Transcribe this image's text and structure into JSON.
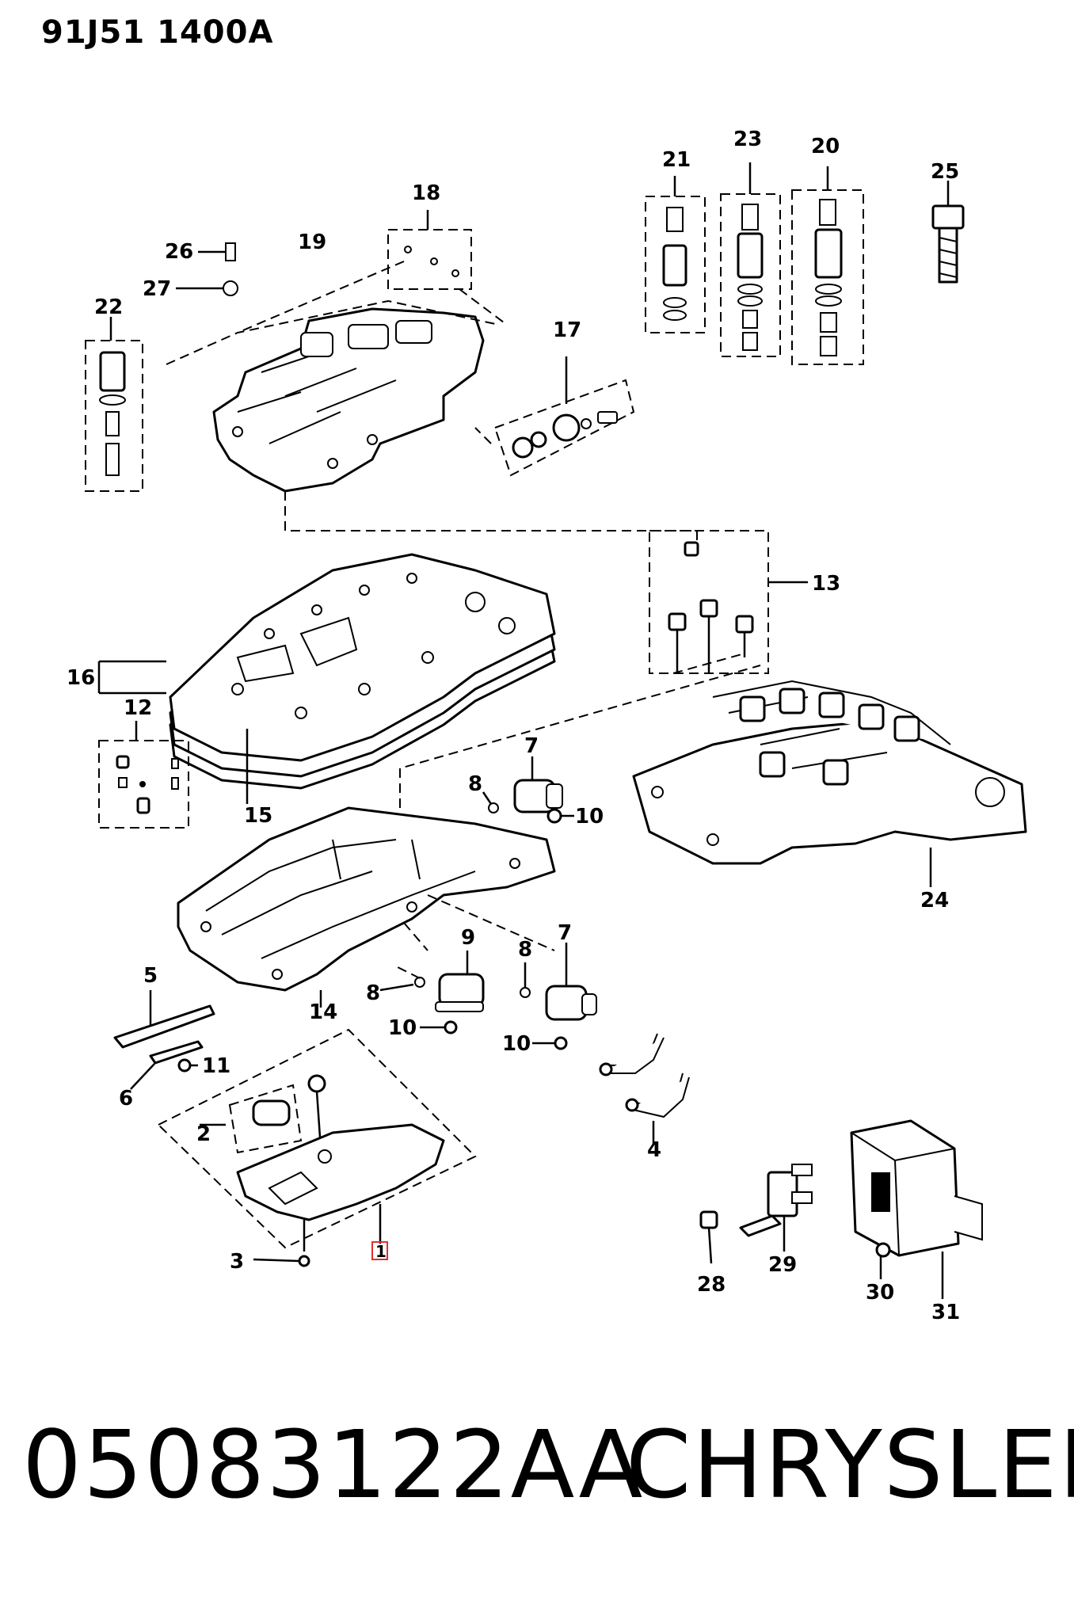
{
  "header": {
    "diagram_id": "91J51  1400A"
  },
  "callouts": {
    "c2": "2",
    "c3": "3",
    "c4": "4",
    "c5": "5",
    "c6": "6",
    "c7a": "7",
    "c7b": "7",
    "c8a": "8",
    "c8b": "8",
    "c8c": "8",
    "c9": "9",
    "c10a": "10",
    "c10b": "10",
    "c10c": "10",
    "c11": "11",
    "c12": "12",
    "c13": "13",
    "c14": "14",
    "c15": "15",
    "c16": "16",
    "c17": "17",
    "c18": "18",
    "c19": "19",
    "c20": "20",
    "c21": "21",
    "c22": "22",
    "c23": "23",
    "c24": "24",
    "c25": "25",
    "c26": "26",
    "c27": "27",
    "c28": "28",
    "c29": "29",
    "c30": "30",
    "c31": "31",
    "c1": "1"
  },
  "highlight": {
    "color": "#e03030",
    "target_callout": "1"
  },
  "footer": {
    "part_number": "05083122AA",
    "brand": "CHRYSLER"
  }
}
